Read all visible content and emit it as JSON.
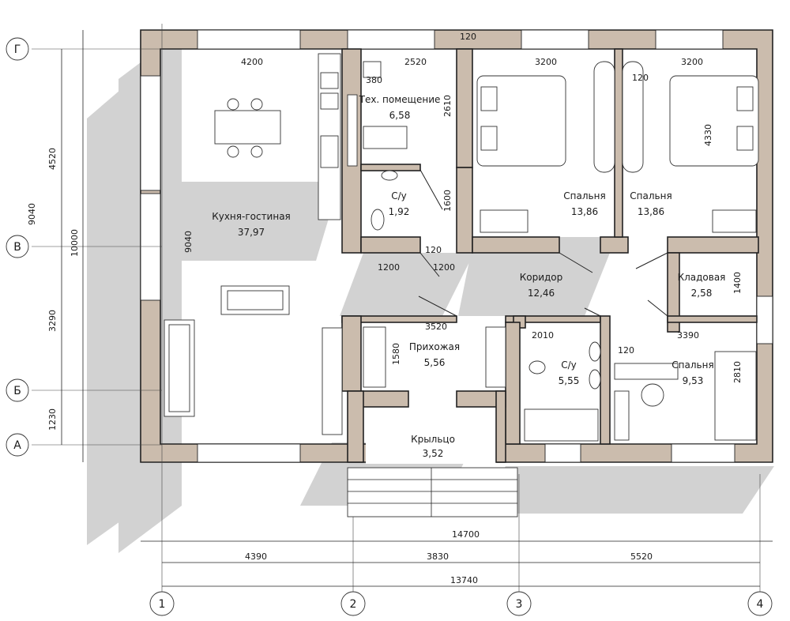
{
  "plan": {
    "axes_letters": [
      "Г",
      "В",
      "Б",
      "А"
    ],
    "axes_numbers": [
      "1",
      "2",
      "3",
      "4"
    ],
    "rooms": [
      {
        "name": "Кухня-гостиная",
        "area": "37,97"
      },
      {
        "name": "Тех. помещение",
        "area": "6,58"
      },
      {
        "name": "С/у",
        "area": "1,92"
      },
      {
        "name": "Спальня",
        "area": "13,86"
      },
      {
        "name": "Спальня",
        "area": "13,86"
      },
      {
        "name": "Коридор",
        "area": "12,46"
      },
      {
        "name": "Кладовая",
        "area": "2,58"
      },
      {
        "name": "Прихожая",
        "area": "5,56"
      },
      {
        "name": "С/у",
        "area": "5,55"
      },
      {
        "name": "Спальня",
        "area": "9,53"
      },
      {
        "name": "Крыльцо",
        "area": "3,52"
      }
    ],
    "dims": {
      "top_120": "120",
      "kitchen_w": "4200",
      "tech_w": "2520",
      "bed1_w": "3200",
      "bed2_w": "3200",
      "d380": "380",
      "d2610": "2610",
      "d120_bed": "120",
      "d4330": "4330",
      "d1600": "1600",
      "d9040_in": "9040",
      "d1200a": "1200",
      "d120_mid": "120",
      "d1200b": "1200",
      "d1400": "1400",
      "d3520": "3520",
      "d2010": "2010",
      "d120_wc": "120",
      "d3390": "3390",
      "d1580": "1580",
      "d2810": "2810",
      "left_4520": "4520",
      "left_9040": "9040",
      "left_10000": "10000",
      "left_3290": "3290",
      "left_1230": "1230",
      "bottom_14700": "14700",
      "bottom_4390": "4390",
      "bottom_3830": "3830",
      "bottom_5520": "5520",
      "bottom_13740": "13740"
    }
  }
}
